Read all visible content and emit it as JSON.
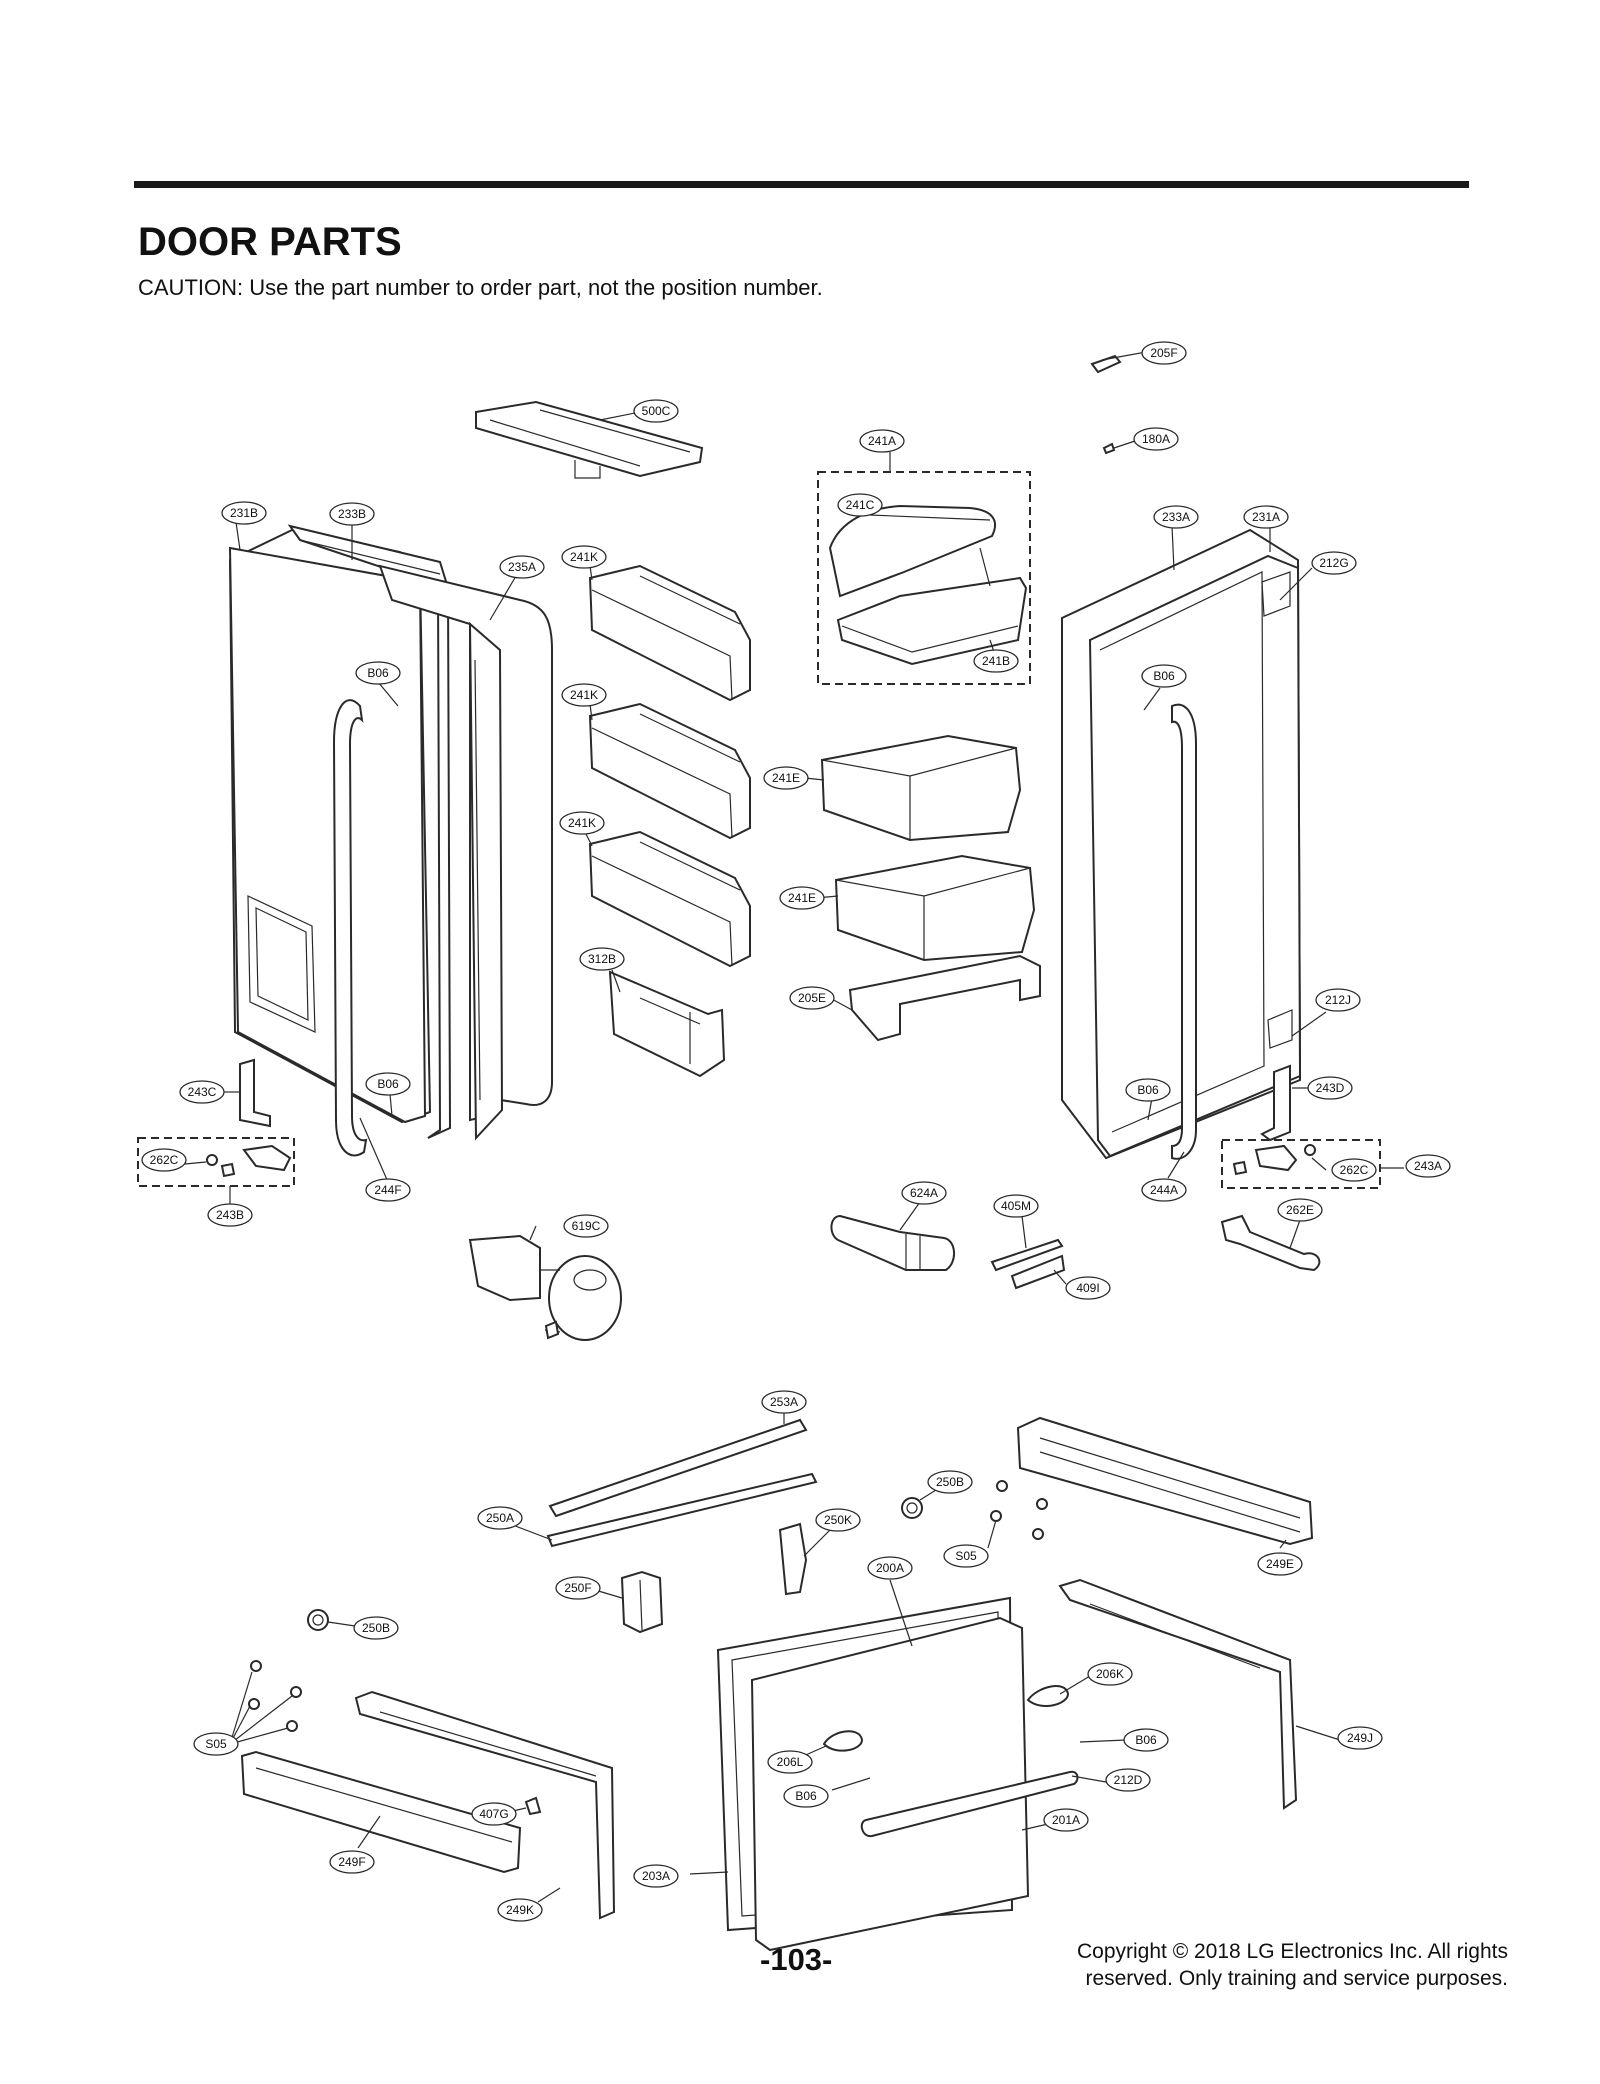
{
  "page": {
    "title": "DOOR PARTS",
    "caution": "CAUTION: Use the part number to order part, not the position number.",
    "page_number": "-103-",
    "copyright_line1": "Copyright © 2018 LG Electronics Inc. All rights",
    "copyright_line2": "reserved. Only training and service purposes."
  },
  "callouts": [
    {
      "id": "c-205F",
      "label": "205F"
    },
    {
      "id": "c-500C",
      "label": "500C"
    },
    {
      "id": "c-241A",
      "label": "241A"
    },
    {
      "id": "c-180A",
      "label": "180A"
    },
    {
      "id": "c-231B",
      "label": "231B"
    },
    {
      "id": "c-233B",
      "label": "233B"
    },
    {
      "id": "c-241C",
      "label": "241C"
    },
    {
      "id": "c-233A",
      "label": "233A"
    },
    {
      "id": "c-231A",
      "label": "231A"
    },
    {
      "id": "c-241K-1",
      "label": "241K"
    },
    {
      "id": "c-235A",
      "label": "235A"
    },
    {
      "id": "c-212G",
      "label": "212G"
    },
    {
      "id": "c-B06-1",
      "label": "B06"
    },
    {
      "id": "c-241B",
      "label": "241B"
    },
    {
      "id": "c-B06-2",
      "label": "B06"
    },
    {
      "id": "c-241K-2",
      "label": "241K"
    },
    {
      "id": "c-241E-1",
      "label": "241E"
    },
    {
      "id": "c-241K-3",
      "label": "241K"
    },
    {
      "id": "c-241E-2",
      "label": "241E"
    },
    {
      "id": "c-312B",
      "label": "312B"
    },
    {
      "id": "c-205E",
      "label": "205E"
    },
    {
      "id": "c-212J",
      "label": "212J"
    },
    {
      "id": "c-243C",
      "label": "243C"
    },
    {
      "id": "c-B06-3",
      "label": "B06"
    },
    {
      "id": "c-B06-4",
      "label": "B06"
    },
    {
      "id": "c-243D",
      "label": "243D"
    },
    {
      "id": "c-262C-1",
      "label": "262C"
    },
    {
      "id": "c-243A",
      "label": "243A"
    },
    {
      "id": "c-262C-2",
      "label": "262C"
    },
    {
      "id": "c-244F",
      "label": "244F"
    },
    {
      "id": "c-624A",
      "label": "624A"
    },
    {
      "id": "c-244A",
      "label": "244A"
    },
    {
      "id": "c-405M",
      "label": "405M"
    },
    {
      "id": "c-262E",
      "label": "262E"
    },
    {
      "id": "c-243B",
      "label": "243B"
    },
    {
      "id": "c-619C",
      "label": "619C"
    },
    {
      "id": "c-409I",
      "label": "409I"
    },
    {
      "id": "c-253A",
      "label": "253A"
    },
    {
      "id": "c-250B-1",
      "label": "250B"
    },
    {
      "id": "c-250A",
      "label": "250A"
    },
    {
      "id": "c-250K",
      "label": "250K"
    },
    {
      "id": "c-S05-1",
      "label": "S05"
    },
    {
      "id": "c-249E",
      "label": "249E"
    },
    {
      "id": "c-200A",
      "label": "200A"
    },
    {
      "id": "c-250F",
      "label": "250F"
    },
    {
      "id": "c-250B-2",
      "label": "250B"
    },
    {
      "id": "c-206K",
      "label": "206K"
    },
    {
      "id": "c-S05-2",
      "label": "S05"
    },
    {
      "id": "c-B06-5",
      "label": "B06"
    },
    {
      "id": "c-249J",
      "label": "249J"
    },
    {
      "id": "c-206L",
      "label": "206L"
    },
    {
      "id": "c-212D",
      "label": "212D"
    },
    {
      "id": "c-B06-6",
      "label": "B06"
    },
    {
      "id": "c-407G",
      "label": "407G"
    },
    {
      "id": "c-201A",
      "label": "201A"
    },
    {
      "id": "c-203A",
      "label": "203A"
    },
    {
      "id": "c-249F",
      "label": "249F"
    },
    {
      "id": "c-249K",
      "label": "249K"
    }
  ]
}
